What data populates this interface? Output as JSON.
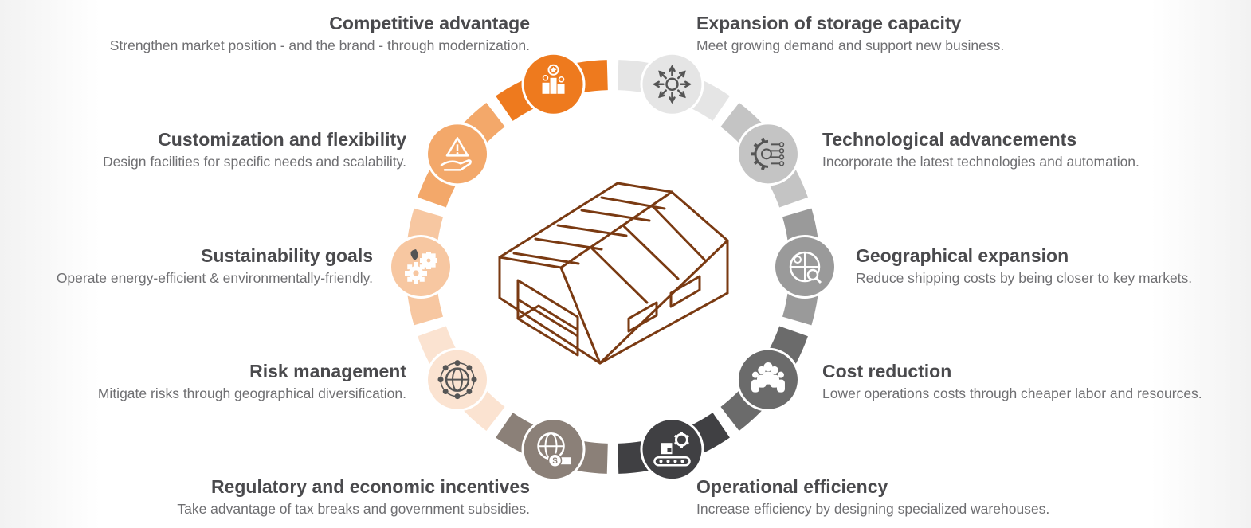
{
  "colors": {
    "brand_orange": "#ee7a1e",
    "warehouse_stroke": "#7a3a12",
    "title_text": "#4a4a4d",
    "desc_text": "#6f6f72"
  },
  "items": [
    {
      "key": "competitive",
      "title": "Competitive advantage",
      "desc": "Strengthen market position - and the brand - through modernization.",
      "icon": "podium-star-icon",
      "color": "#ee7a1e"
    },
    {
      "key": "storage",
      "title": "Expansion of storage capacity",
      "desc": "Meet growing demand and support new business.",
      "icon": "expand-arrows-icon",
      "color": "#e5e5e5"
    },
    {
      "key": "customization",
      "title": "Customization and flexibility",
      "desc": "Design facilities for specific needs and scalability.",
      "icon": "hand-warning-icon",
      "color": "#f3a86a"
    },
    {
      "key": "technology",
      "title": "Technological advancements",
      "desc": "Incorporate the latest technologies and automation.",
      "icon": "gear-circuit-icon",
      "color": "#c4c4c4"
    },
    {
      "key": "sustainability",
      "title": "Sustainability goals",
      "desc": "Operate energy-efficient & environmentally-friendly.",
      "icon": "eco-gears-icon",
      "color": "#f7c7a1"
    },
    {
      "key": "geographical",
      "title": "Geographical expansion",
      "desc": "Reduce shipping costs by being closer to key markets.",
      "icon": "globe-search-icon",
      "color": "#9a9a9a"
    },
    {
      "key": "risk",
      "title": "Risk management",
      "desc": "Mitigate risks through geographical diversification.",
      "icon": "network-globe-icon",
      "color": "#fbe3d1"
    },
    {
      "key": "cost",
      "title": "Cost reduction",
      "desc": "Lower operations costs through cheaper labor and resources.",
      "icon": "workforce-icon",
      "color": "#6b6b6b"
    },
    {
      "key": "regulatory",
      "title": "Regulatory and economic incentives",
      "desc": "Take advantage of tax breaks and government subsidies.",
      "icon": "globe-money-icon",
      "color": "#8b8078"
    },
    {
      "key": "operational",
      "title": "Operational efficiency",
      "desc": "Increase efficiency by designing specialized warehouses.",
      "icon": "conveyor-gear-icon",
      "color": "#404043"
    }
  ]
}
